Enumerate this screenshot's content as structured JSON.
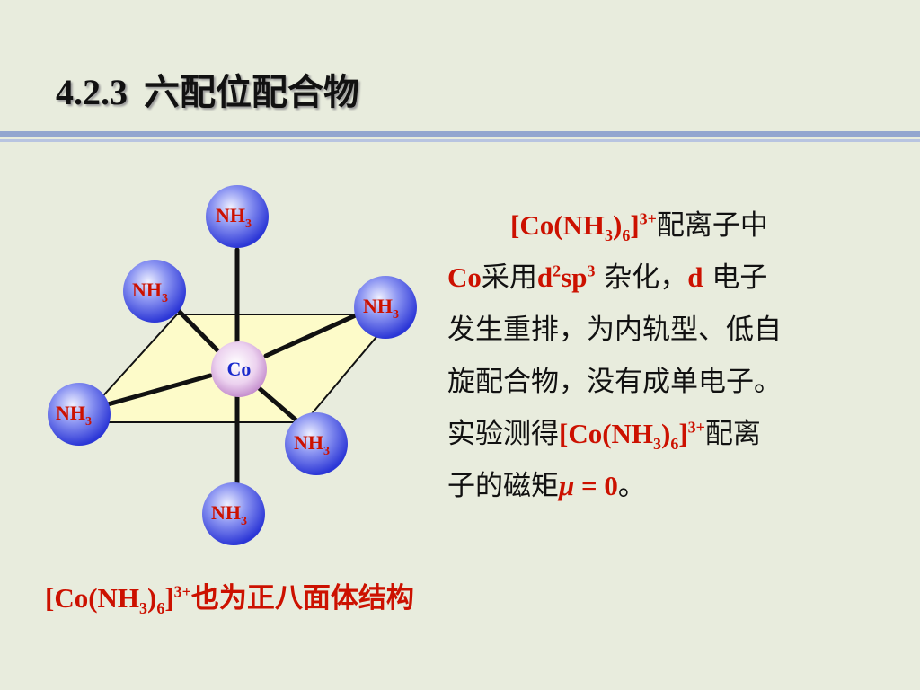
{
  "title": {
    "number": "4.2.3",
    "text": "六配位配合物"
  },
  "diagram": {
    "center": "Co",
    "ligand_base": "NH",
    "ligand_sub": "3",
    "colors": {
      "plane_fill": "#fdfbc9",
      "ligand_ball": "#3b47e0",
      "ligand_text": "#cc1100",
      "center_ball": "#cf9fd6",
      "center_text": "#1a2acc"
    }
  },
  "description": {
    "complex_base": "[Co(NH",
    "sub3": "3",
    "paren_close": ")",
    "sub6": "6",
    "bracket_close": "]",
    "charge": "3+",
    "line1_rest": "配离子中",
    "co": "Co",
    "uses": "采用",
    "hyb_d": "d",
    "hyb_sup2": "2",
    "hyb_sp": "sp",
    "hyb_sup3": "3",
    "line2_mid": " 杂化，",
    "d_letter": "d",
    "line2_end": " 电子",
    "line3": "发生重排，为内轨型、低自",
    "line4": "旋配合物，没有成单电子。",
    "line5_start": "实验测得",
    "line5_end": "配离",
    "line6_start": "子的磁矩",
    "mu": "μ",
    "equals_zero": " = 0",
    "period": "。"
  },
  "caption": {
    "complex_base": "[Co(NH",
    "sub3": "3",
    "paren_close": ")",
    "sub6": "6",
    "bracket_close": "]",
    "charge": "3+",
    "text": "也为正八面体结构"
  }
}
